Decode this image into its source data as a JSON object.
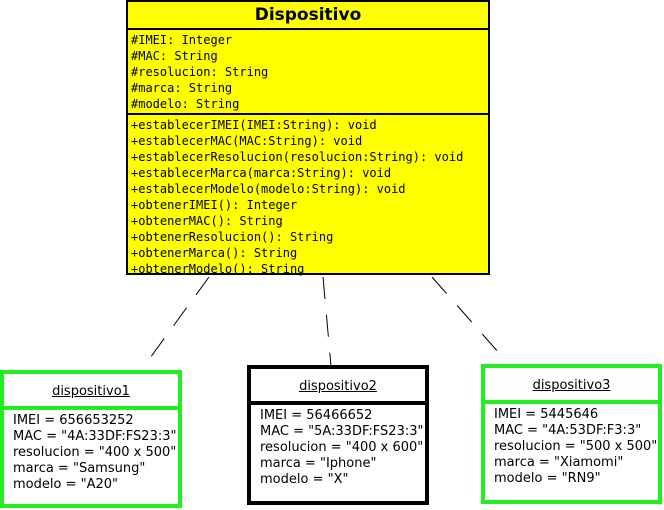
{
  "class": {
    "name": "Dispositivo",
    "fill_color": "#ffff00",
    "attributes": [
      "#IMEI: Integer",
      "#MAC: String",
      "#resolucion: String",
      "#marca: String",
      "#modelo: String"
    ],
    "methods": [
      "+establecerIMEI(IMEI:String): void",
      "+establecerMAC(MAC:String): void",
      "+establecerResolucion(resolucion:String): void",
      "+establecerMarca(marca:String): void",
      "+establecerModelo(modelo:String): void",
      "+obtenerIMEI(): Integer",
      "+obtenerMAC(): String",
      "+obtenerResolucion(): String",
      "+obtenerMarca(): String",
      "+obtenerModelo(): String"
    ]
  },
  "objects": [
    {
      "name": "dispositivo1",
      "border_color": "#22ee22",
      "lines": [
        "IMEI = 656653252",
        "MAC = \"4A:33DF:FS23:3\"",
        "resolucion = \"400 x 500\"",
        "marca = \"Samsung\"",
        "modelo = \"A20\""
      ]
    },
    {
      "name": "dispositivo2",
      "border_color": "#000000",
      "lines": [
        "IMEI = 56466652",
        "MAC = \"5A:33DF:FS23:3\"",
        "resolucion = \"400 x 600\"",
        "marca = \"Iphone\"",
        "modelo = \"X\""
      ]
    },
    {
      "name": "dispositivo3",
      "border_color": "#22ee22",
      "lines": [
        "IMEI = 5445646",
        "MAC = \"4A:53DF:F3:3\"",
        "resolucion = \"500 x 500\"",
        "marca = \"Xiamomi\"",
        "modelo = \"RN9\""
      ]
    }
  ]
}
